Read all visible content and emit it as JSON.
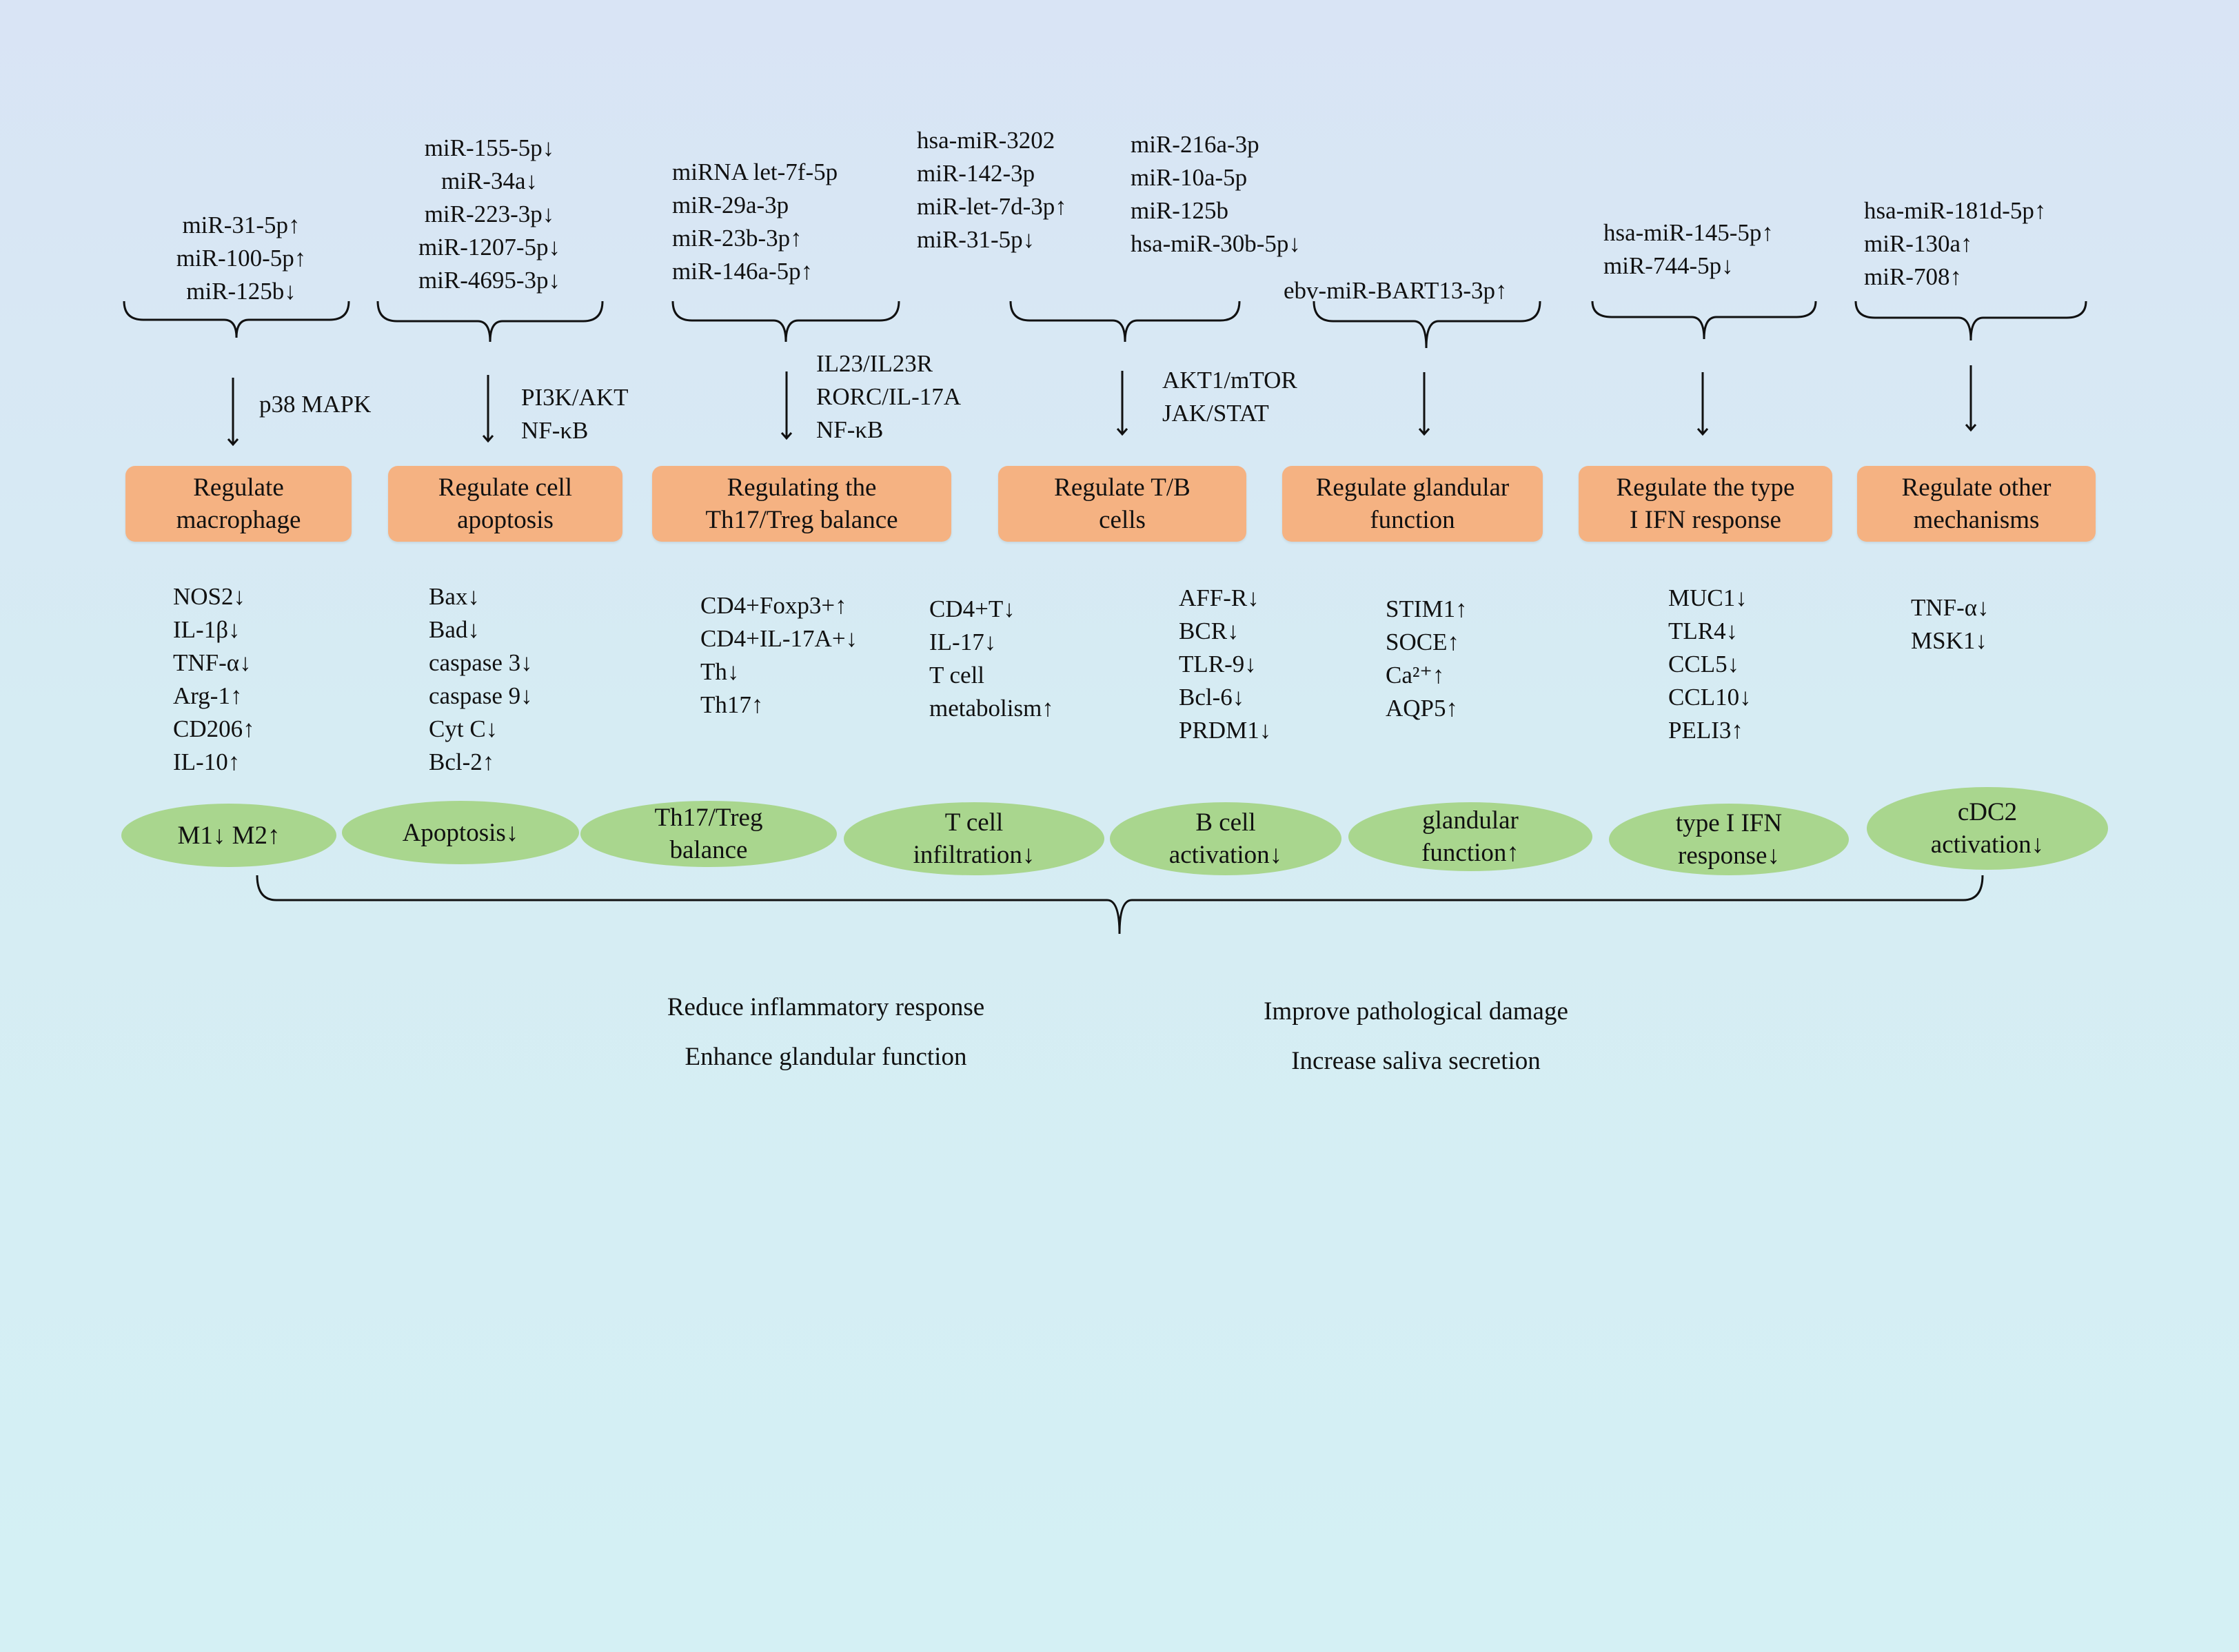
{
  "columns": [
    {
      "mirnas": [
        "miR-31-5p↑",
        "miR-100-5p↑",
        "miR-125b↓"
      ],
      "pathway": [
        "p38 MAPK"
      ],
      "mechanism": "Regulate\nmacrophage",
      "markers": [
        "NOS2↓",
        "IL-1β↓",
        "TNF-α↓",
        "Arg-1↑",
        "CD206↑",
        "IL-10↑"
      ],
      "effect": "M1↓ M2↑"
    },
    {
      "mirnas": [
        "miR-155-5p↓",
        "miR-34a↓",
        "miR-223-3p↓",
        "miR-1207-5p↓",
        "miR-4695-3p↓"
      ],
      "pathway": [
        "PI3K/AKT",
        "NF-κB"
      ],
      "mechanism": "Regulate cell\napoptosis",
      "markers": [
        "Bax↓",
        "Bad↓",
        "caspase 3↓",
        "caspase 9↓",
        "Cyt C↓",
        "Bcl-2↑"
      ],
      "effect": "Apoptosis↓"
    },
    {
      "mirnas": [
        "miRNA let-7f-5p",
        "miR-29a-3p",
        "miR-23b-3p↑",
        "miR-146a-5p↑"
      ],
      "pathway": [
        "IL23/IL23R",
        "RORC/IL-17A",
        "NF-κB"
      ],
      "mechanism": "Regulating the\nTh17/Treg balance",
      "markers": [
        "CD4+Foxp3+↑",
        "CD4+IL-17A+↓",
        "Th↓",
        "Th17↑"
      ],
      "effect": "Th17/Treg\nbalance"
    },
    {
      "mirnas_left": [
        "hsa-miR-3202",
        "miR-142-3p",
        "miR-let-7d-3p↑",
        "miR-31-5p↓"
      ],
      "mirnas_right": [
        "miR-216a-3p",
        "miR-10a-5p",
        "miR-125b",
        "hsa-miR-30b-5p↓"
      ],
      "pathway": [
        "AKT1/mTOR",
        "JAK/STAT"
      ],
      "mechanism": "Regulate T/B\ncells",
      "markers_t": [
        "CD4+T↓",
        "IL-17↓",
        "T cell",
        "metabolism↑"
      ],
      "markers_b": [
        "AFF-R↓",
        "BCR↓",
        "TLR-9↓",
        "Bcl-6↓",
        "PRDM1↓"
      ],
      "effect_t": "T cell\ninfiltration↓",
      "effect_b": "B cell\nactivation↓"
    },
    {
      "mirnas": [
        "ebv-miR-BART13-3p↑"
      ],
      "mechanism": "Regulate glandular\nfunction",
      "markers": [
        "STIM1↑",
        "SOCE↑",
        "Ca²⁺↑",
        "AQP5↑"
      ],
      "effect": "glandular\nfunction↑"
    },
    {
      "mirnas": [
        "hsa-miR-145-5p↑",
        "miR-744-5p↓"
      ],
      "mechanism": "Regulate the type\nI IFN response",
      "markers": [
        "MUC1↓",
        "TLR4↓",
        "CCL5↓",
        "CCL10↓",
        "PELI3↑"
      ],
      "effect": "type I IFN\nresponse↓"
    },
    {
      "mirnas": [
        "hsa-miR-181d-5p↑",
        "miR-130a↑",
        "miR-708↑"
      ],
      "mechanism": "Regulate other\nmechanisms",
      "markers": [
        "TNF-α↓",
        "MSK1↓"
      ],
      "effect": "cDC2\nactivation↓"
    }
  ],
  "outcomes": {
    "left": [
      "Reduce inflammatory response",
      "Enhance glandular function"
    ],
    "right": [
      "Improve pathological damage",
      "Increase saliva secretion"
    ]
  },
  "colors": {
    "mechanism_box": "#f5b282",
    "effect_ellipse": "#a9d68e",
    "background_top": "#d9e4f5",
    "background_bottom": "#d4f0f4"
  }
}
